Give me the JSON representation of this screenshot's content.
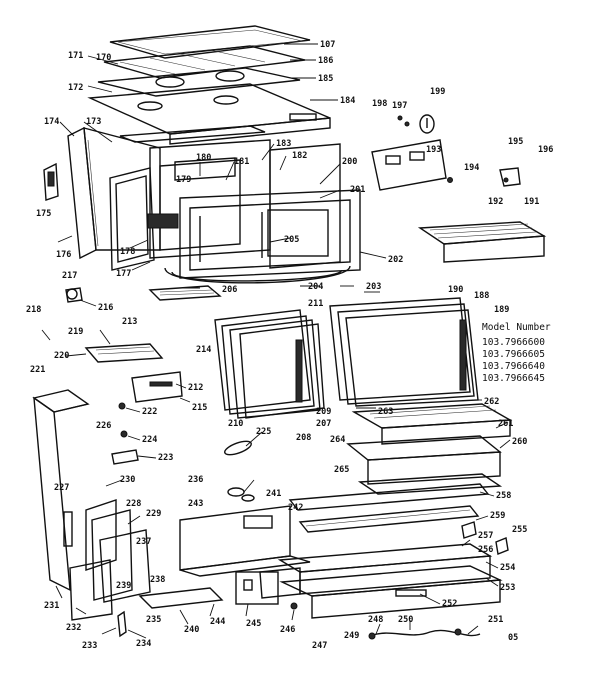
{
  "model_block": {
    "heading": "Model Number",
    "models": [
      "103.7966600",
      "103.7966605",
      "103.7966640",
      "103.7966645"
    ]
  },
  "footer_mark": "05",
  "part_numbers": [
    "107",
    "186",
    "185",
    "184",
    "171",
    "170",
    "172",
    "174",
    "173",
    "180",
    "181",
    "183",
    "182",
    "175",
    "179",
    "200",
    "201",
    "176",
    "205",
    "178",
    "177",
    "202",
    "217",
    "206",
    "204",
    "203",
    "218",
    "213",
    "216",
    "211",
    "197",
    "198",
    "199",
    "196",
    "195",
    "194",
    "193",
    "192",
    "191",
    "190",
    "188",
    "189",
    "219",
    "220",
    "214",
    "212",
    "215",
    "208",
    "207",
    "209",
    "210",
    "221",
    "222",
    "224",
    "225",
    "223",
    "226",
    "230",
    "227",
    "228",
    "229",
    "231",
    "232",
    "233",
    "234",
    "235",
    "236",
    "237",
    "238",
    "239",
    "240",
    "241",
    "242",
    "243",
    "244",
    "245",
    "246",
    "247",
    "248",
    "249",
    "250",
    "251",
    "252",
    "253",
    "254",
    "255",
    "256",
    "257",
    "258",
    "259",
    "260",
    "261",
    "262",
    "263",
    "264",
    "265"
  ]
}
